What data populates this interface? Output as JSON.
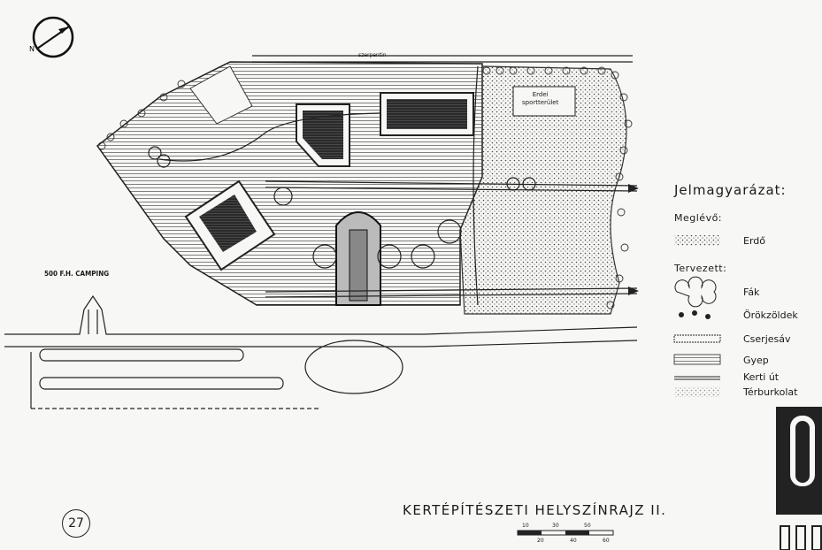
{
  "legend": {
    "title": "Jelmagyarázat:",
    "existing_heading": "Meglévő:",
    "planned_heading": "Tervezett:",
    "items": [
      {
        "label": "Erdő"
      },
      {
        "label": "Fák"
      },
      {
        "label": "Örökzöldek"
      },
      {
        "label": "Cserjesáv"
      },
      {
        "label": "Gyep"
      },
      {
        "label": "Kerti út"
      },
      {
        "label": "Térburkolat"
      }
    ]
  },
  "plan": {
    "camping_label": "500 F.H. CAMPING",
    "forest_label_line1": "Erdei",
    "forest_label_line2": "sportterület",
    "road_label": "szerpentin"
  },
  "footer": {
    "title": "KERTÉPÍTÉSZETI HELYSZÍNRAJZ II.",
    "page_number": "27",
    "scale_top": [
      "10",
      "30",
      "50"
    ],
    "scale_bottom": [
      "20",
      "40",
      "60"
    ]
  },
  "colors": {
    "ink": "#1a1a1a",
    "paper": "#f7f7f5"
  }
}
